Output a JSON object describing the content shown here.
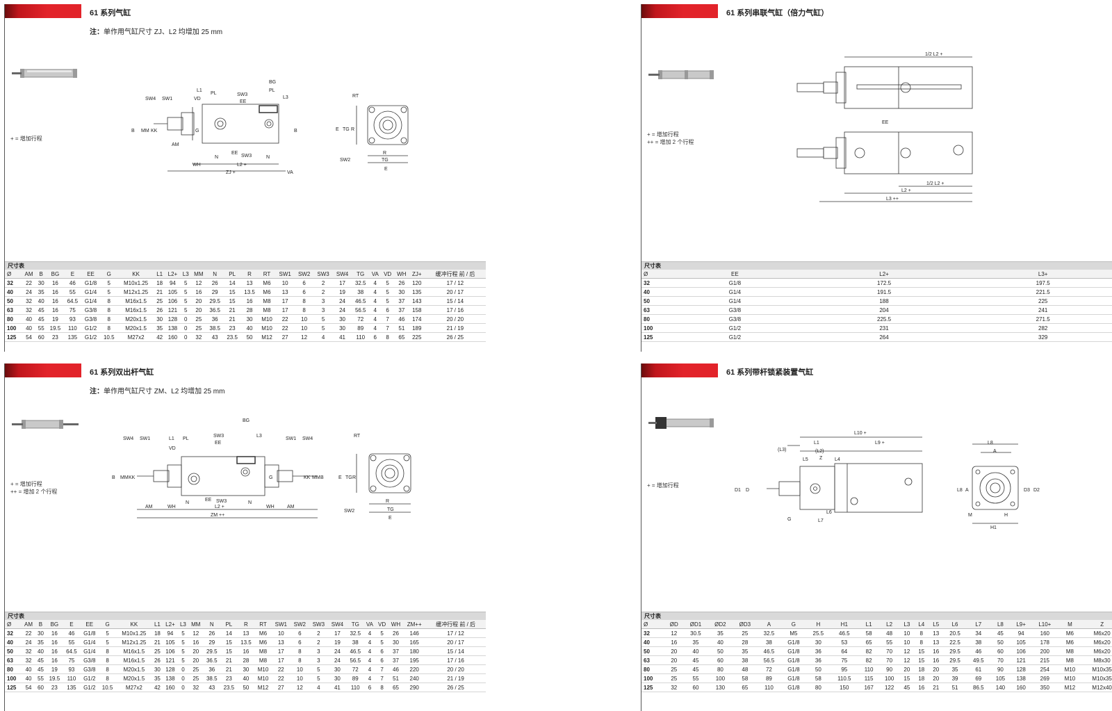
{
  "sections": [
    {
      "title": "61 系列气缸",
      "note_label": "注：",
      "note": "单作用气缸尺寸 ZJ、L2 均增加 25 mm",
      "legend": [
        "+ = 增加行程"
      ],
      "table_title": "尺寸表",
      "columns": [
        "Ø",
        "AM",
        "B",
        "BG",
        "E",
        "EE",
        "G",
        "KK",
        "L1",
        "L2+",
        "L3",
        "MM",
        "N",
        "PL",
        "R",
        "RT",
        "SW1",
        "SW2",
        "SW3",
        "SW4",
        "TG",
        "VA",
        "VD",
        "WH",
        "ZJ+",
        "缓冲行程  前 / 后"
      ],
      "rows": [
        [
          "32",
          "22",
          "30",
          "16",
          "46",
          "G1/8",
          "5",
          "M10x1.25",
          "18",
          "94",
          "5",
          "12",
          "26",
          "14",
          "13",
          "M6",
          "10",
          "6",
          "2",
          "17",
          "32.5",
          "4",
          "5",
          "26",
          "120",
          "17 / 12"
        ],
        [
          "40",
          "24",
          "35",
          "16",
          "55",
          "G1/4",
          "5",
          "M12x1.25",
          "21",
          "105",
          "5",
          "16",
          "29",
          "15",
          "13.5",
          "M6",
          "13",
          "6",
          "2",
          "19",
          "38",
          "4",
          "5",
          "30",
          "135",
          "20 / 17"
        ],
        [
          "50",
          "32",
          "40",
          "16",
          "64.5",
          "G1/4",
          "8",
          "M16x1.5",
          "25",
          "106",
          "5",
          "20",
          "29.5",
          "15",
          "16",
          "M8",
          "17",
          "8",
          "3",
          "24",
          "46.5",
          "4",
          "5",
          "37",
          "143",
          "15 / 14"
        ],
        [
          "63",
          "32",
          "45",
          "16",
          "75",
          "G3/8",
          "8",
          "M16x1.5",
          "26",
          "121",
          "5",
          "20",
          "36.5",
          "21",
          "28",
          "M8",
          "17",
          "8",
          "3",
          "24",
          "56.5",
          "4",
          "6",
          "37",
          "158",
          "17 / 16"
        ],
        [
          "80",
          "40",
          "45",
          "19",
          "93",
          "G3/8",
          "8",
          "M20x1.5",
          "30",
          "128",
          "0",
          "25",
          "36",
          "21",
          "30",
          "M10",
          "22",
          "10",
          "5",
          "30",
          "72",
          "4",
          "7",
          "46",
          "174",
          "20 / 20"
        ],
        [
          "100",
          "40",
          "55",
          "19.5",
          "110",
          "G1/2",
          "8",
          "M20x1.5",
          "35",
          "138",
          "0",
          "25",
          "38.5",
          "23",
          "40",
          "M10",
          "22",
          "10",
          "5",
          "30",
          "89",
          "4",
          "7",
          "51",
          "189",
          "21 / 19"
        ],
        [
          "125",
          "54",
          "60",
          "23",
          "135",
          "G1/2",
          "10.5",
          "M27x2",
          "42",
          "160",
          "0",
          "32",
          "43",
          "23.5",
          "50",
          "M12",
          "27",
          "12",
          "4",
          "41",
          "110",
          "6",
          "8",
          "65",
          "225",
          "26 / 25"
        ]
      ]
    },
    {
      "title": "61 系列串联气缸（倍力气缸）",
      "legend": [
        "+ = 增加行程",
        "++ = 增加 2 个行程"
      ],
      "table_title": "尺寸表",
      "columns": [
        "Ø",
        "EE",
        "L2+",
        "L3+"
      ],
      "rows": [
        [
          "32",
          "G1/8",
          "172.5",
          "197.5"
        ],
        [
          "40",
          "G1/4",
          "191.5",
          "221.5"
        ],
        [
          "50",
          "G1/4",
          "188",
          "225"
        ],
        [
          "63",
          "G3/8",
          "204",
          "241"
        ],
        [
          "80",
          "G3/8",
          "225.5",
          "271.5"
        ],
        [
          "100",
          "G1/2",
          "231",
          "282"
        ],
        [
          "125",
          "G1/2",
          "264",
          "329"
        ]
      ]
    },
    {
      "title": "61 系列双出杆气缸",
      "note_label": "注：",
      "note": "单作用气缸尺寸 ZM、L2 均增加 25 mm",
      "legend": [
        "+ = 增加行程",
        "++ = 增加 2 个行程"
      ],
      "table_title": "尺寸表",
      "columns": [
        "Ø",
        "AM",
        "B",
        "BG",
        "E",
        "EE",
        "G",
        "KK",
        "L1",
        "L2+",
        "L3",
        "MM",
        "N",
        "PL",
        "R",
        "RT",
        "SW1",
        "SW2",
        "SW3",
        "SW4",
        "TG",
        "VA",
        "VD",
        "WH",
        "ZM++",
        "缓冲行程  前 / 后"
      ],
      "rows": [
        [
          "32",
          "22",
          "30",
          "16",
          "46",
          "G1/8",
          "5",
          "M10x1.25",
          "18",
          "94",
          "5",
          "12",
          "26",
          "14",
          "13",
          "M6",
          "10",
          "6",
          "2",
          "17",
          "32.5",
          "4",
          "5",
          "26",
          "146",
          "17 / 12"
        ],
        [
          "40",
          "24",
          "35",
          "16",
          "55",
          "G1/4",
          "5",
          "M12x1.25",
          "21",
          "105",
          "5",
          "16",
          "29",
          "15",
          "13.5",
          "M6",
          "13",
          "6",
          "2",
          "19",
          "38",
          "4",
          "5",
          "30",
          "165",
          "20 / 17"
        ],
        [
          "50",
          "32",
          "40",
          "16",
          "64.5",
          "G1/4",
          "8",
          "M16x1.5",
          "25",
          "106",
          "5",
          "20",
          "29.5",
          "15",
          "16",
          "M8",
          "17",
          "8",
          "3",
          "24",
          "46.5",
          "4",
          "6",
          "37",
          "180",
          "15 / 14"
        ],
        [
          "63",
          "32",
          "45",
          "16",
          "75",
          "G3/8",
          "8",
          "M16x1.5",
          "26",
          "121",
          "5",
          "20",
          "36.5",
          "21",
          "28",
          "M8",
          "17",
          "8",
          "3",
          "24",
          "56.5",
          "4",
          "6",
          "37",
          "195",
          "17 / 16"
        ],
        [
          "80",
          "40",
          "45",
          "19",
          "93",
          "G3/8",
          "8",
          "M20x1.5",
          "30",
          "128",
          "0",
          "25",
          "36",
          "21",
          "30",
          "M10",
          "22",
          "10",
          "5",
          "30",
          "72",
          "4",
          "7",
          "46",
          "220",
          "20 / 20"
        ],
        [
          "100",
          "40",
          "55",
          "19.5",
          "110",
          "G1/2",
          "8",
          "M20x1.5",
          "35",
          "138",
          "0",
          "25",
          "38.5",
          "23",
          "40",
          "M10",
          "22",
          "10",
          "5",
          "30",
          "89",
          "4",
          "7",
          "51",
          "240",
          "21 / 19"
        ],
        [
          "125",
          "54",
          "60",
          "23",
          "135",
          "G1/2",
          "10.5",
          "M27x2",
          "42",
          "160",
          "0",
          "32",
          "43",
          "23.5",
          "50",
          "M12",
          "27",
          "12",
          "4",
          "41",
          "110",
          "6",
          "8",
          "65",
          "290",
          "26 / 25"
        ]
      ]
    },
    {
      "title": "61 系列带杆锁紧装置气缸",
      "legend": [
        "+ = 增加行程"
      ],
      "table_title": "尺寸表",
      "columns": [
        "Ø",
        "ØD",
        "ØD1",
        "ØD2",
        "ØD3",
        "A",
        "G",
        "H",
        "H1",
        "L1",
        "L2",
        "L3",
        "L4",
        "L5",
        "L6",
        "L7",
        "L8",
        "L9+",
        "L10+",
        "M",
        "Z"
      ],
      "rows": [
        [
          "32",
          "12",
          "30.5",
          "35",
          "25",
          "32.5",
          "M5",
          "25.5",
          "46.5",
          "58",
          "48",
          "10",
          "8",
          "13",
          "20.5",
          "34",
          "45",
          "94",
          "160",
          "M6",
          "M6x20"
        ],
        [
          "40",
          "16",
          "35",
          "40",
          "28",
          "38",
          "G1/8",
          "30",
          "53",
          "65",
          "55",
          "10",
          "8",
          "13",
          "22.5",
          "38",
          "50",
          "105",
          "178",
          "M6",
          "M6x20"
        ],
        [
          "50",
          "20",
          "40",
          "50",
          "35",
          "46.5",
          "G1/8",
          "36",
          "64",
          "82",
          "70",
          "12",
          "15",
          "16",
          "29.5",
          "46",
          "60",
          "106",
          "200",
          "M8",
          "M6x20"
        ],
        [
          "63",
          "20",
          "45",
          "60",
          "38",
          "56.5",
          "G1/8",
          "36",
          "75",
          "82",
          "70",
          "12",
          "15",
          "16",
          "29.5",
          "49.5",
          "70",
          "121",
          "215",
          "M8",
          "M8x30"
        ],
        [
          "80",
          "25",
          "45",
          "80",
          "48",
          "72",
          "G1/8",
          "50",
          "95",
          "110",
          "90",
          "20",
          "18",
          "20",
          "35",
          "61",
          "90",
          "128",
          "254",
          "M10",
          "M10x35"
        ],
        [
          "100",
          "25",
          "55",
          "100",
          "58",
          "89",
          "G1/8",
          "58",
          "110.5",
          "115",
          "100",
          "15",
          "18",
          "20",
          "39",
          "69",
          "105",
          "138",
          "269",
          "M10",
          "M10x35"
        ],
        [
          "125",
          "32",
          "60",
          "130",
          "65",
          "110",
          "G1/8",
          "80",
          "150",
          "167",
          "122",
          "45",
          "16",
          "21",
          "51",
          "86.5",
          "140",
          "160",
          "350",
          "M12",
          "M12x40"
        ]
      ]
    }
  ],
  "drawing_labels": {
    "std": [
      "SW4",
      "SW1",
      "L1",
      "VD",
      "PL",
      "SW3",
      "EE",
      "BG",
      "PL",
      "L3",
      "B",
      "MM",
      "KK",
      "G",
      "B",
      "AM",
      "N",
      "EE",
      "SW3",
      "N",
      "WH",
      "L2 +",
      "ZJ +",
      "VA",
      "RT",
      "E",
      "TG",
      "R",
      "R",
      "TG",
      "E",
      "SW2"
    ],
    "tandem": [
      "1/2 L2 +",
      "EE",
      "1/2 L2 +",
      "L2 +",
      "L3 ++"
    ],
    "double": [
      "SW4",
      "SW1",
      "L1",
      "PL",
      "SW3",
      "EE",
      "BG",
      "L3",
      "VD",
      "SW1",
      "SW4",
      "B",
      "MM",
      "KK",
      "G",
      "KK",
      "MM",
      "B",
      "N",
      "EE",
      "SW3",
      "N",
      "AM",
      "WH",
      "L2 +",
      "WH",
      "AM",
      "ZM ++",
      "RT",
      "E",
      "TG",
      "R",
      "R",
      "TG",
      "E",
      "SW2"
    ],
    "lock": [
      "L10 +",
      "L1",
      "L9 +",
      "(L3)",
      "(L2)",
      "L5",
      "Z",
      "L4",
      "D1",
      "D",
      "G",
      "L6",
      "L7",
      "L8",
      "A",
      "L8",
      "A",
      "D3",
      "D2",
      "M",
      "H",
      "H1"
    ]
  }
}
